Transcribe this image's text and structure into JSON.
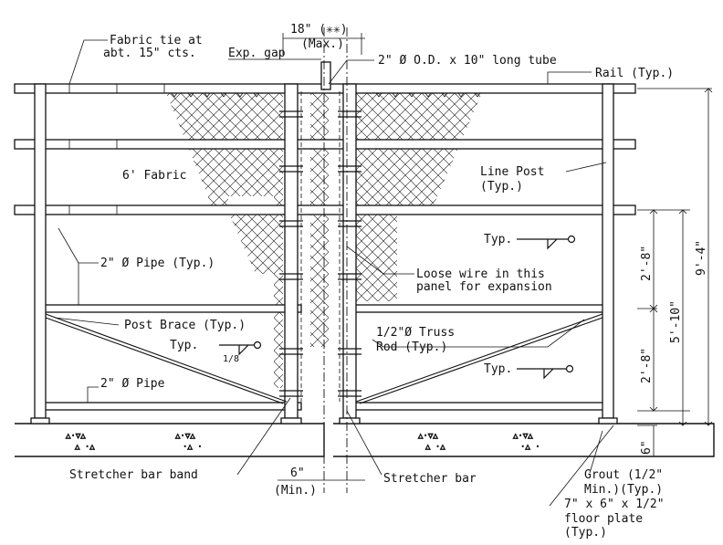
{
  "labels": {
    "fabric_tie": [
      "Fabric tie at",
      "abt. 15\" cts."
    ],
    "exp_gap": "Exp. gap",
    "max_dim": "18\" (✳✳)",
    "max_note": "(Max.)",
    "tube": "2\" Ø O.D. x 10\" long tube",
    "rail": "Rail (Typ.)",
    "fabric": "6' Fabric",
    "line_post": [
      "Line Post",
      "(Typ.)"
    ],
    "pipe_typ": "2\" Ø Pipe (Typ.)",
    "loose_wire": [
      "Loose wire in this",
      "panel for expansion"
    ],
    "post_brace": "Post Brace (Typ.)",
    "truss_rod": [
      "1/2\"Ø Truss",
      "Rod (Typ.)"
    ],
    "typ": "Typ.",
    "weld_size": "1/8",
    "pipe": "2\" Ø Pipe",
    "stretcher_band": "Stretcher bar band",
    "stretcher_bar": "Stretcher bar",
    "min_dim": "6\"",
    "min_note": "(Min.)",
    "grout": [
      "Grout (1/2\"",
      "Min.)(Typ.)"
    ],
    "floor_plate": [
      "7\" x 6\" x 1/2\"",
      "floor plate",
      "(Typ.)"
    ]
  },
  "dimensions": {
    "d_2_8_top": "2'-8\"",
    "d_2_8_bottom": "2'-8\"",
    "d_5_10": "5'-10\"",
    "d_9_4": "9'-4\"",
    "d_6": "6\""
  }
}
